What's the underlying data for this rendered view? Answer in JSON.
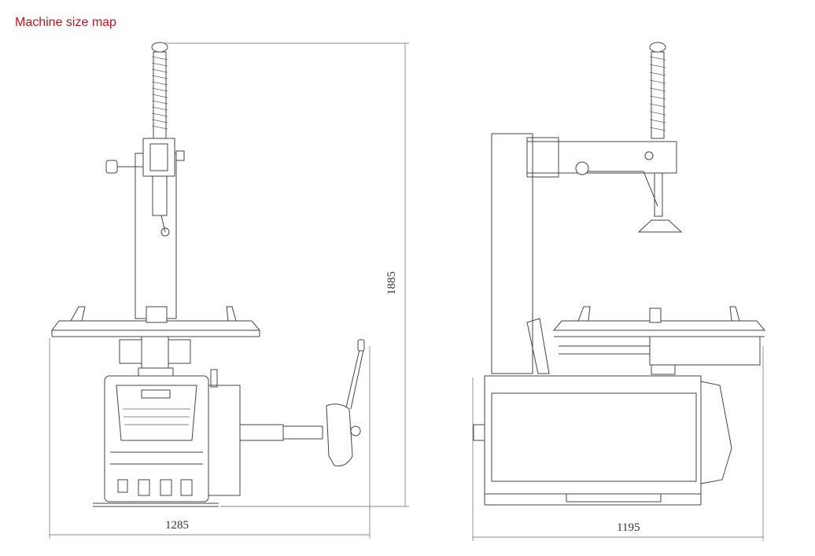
{
  "title": "Machine size map",
  "dimensions": {
    "front_width": "1285",
    "height": "1885",
    "side_width": "1195"
  },
  "colors": {
    "title": "#c0141c",
    "line": "#444444"
  }
}
